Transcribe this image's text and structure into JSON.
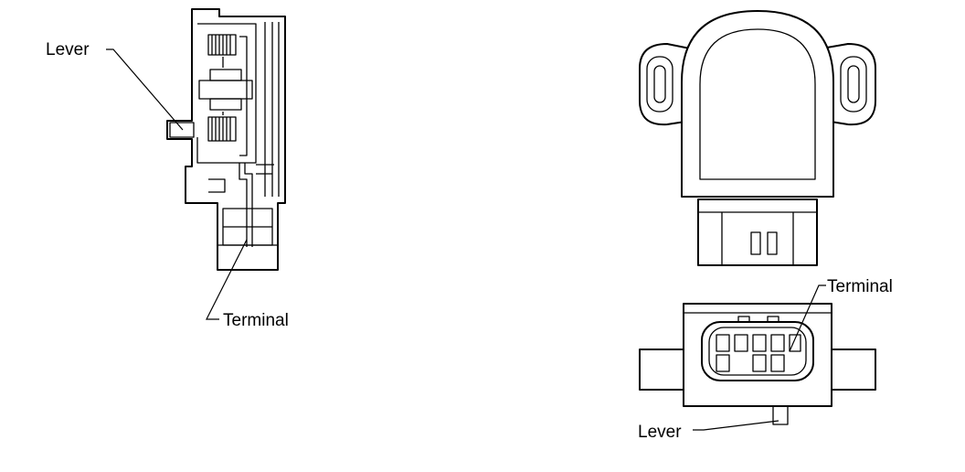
{
  "labels": {
    "side_lever": "Lever",
    "side_terminal": "Terminal",
    "connector_terminal": "Terminal",
    "bottom_lever": "Lever"
  },
  "colors": {
    "line": "#000000",
    "background": "#ffffff"
  }
}
